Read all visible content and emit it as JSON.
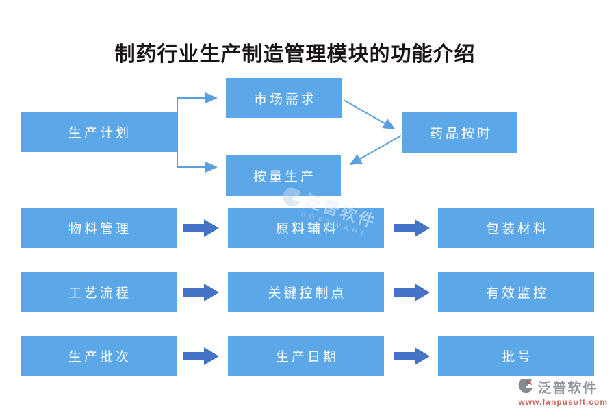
{
  "title": "制药行业生产制造管理模块的功能介绍",
  "top_flow": {
    "production_plan": "生产计划",
    "market_demand": "市场需求",
    "produce_by_quantity": "按量生产",
    "medicine_on_time": "药品按时"
  },
  "grid_rows": [
    {
      "cells": [
        "物料管理",
        "原料辅料",
        "包装材料"
      ]
    },
    {
      "cells": [
        "工艺流程",
        "关键控制点",
        "有效监控"
      ]
    },
    {
      "cells": [
        "生产批次",
        "生产日期",
        "批号"
      ]
    }
  ],
  "watermark": {
    "text": "泛普软件",
    "subtext": "SOFTWARE"
  },
  "footer_logo": {
    "name": "泛普软件",
    "url": "www.fanpusoft.com"
  },
  "colors": {
    "box_blue": "#5BA7E8",
    "connector_blue": "#5B9FDE",
    "block_arrow_blue": "#4472C4",
    "title_text": "#1A1414",
    "box_text": "#FFFFFF",
    "logo_gray": "#8F959E",
    "logo_red": "#C9655B"
  }
}
